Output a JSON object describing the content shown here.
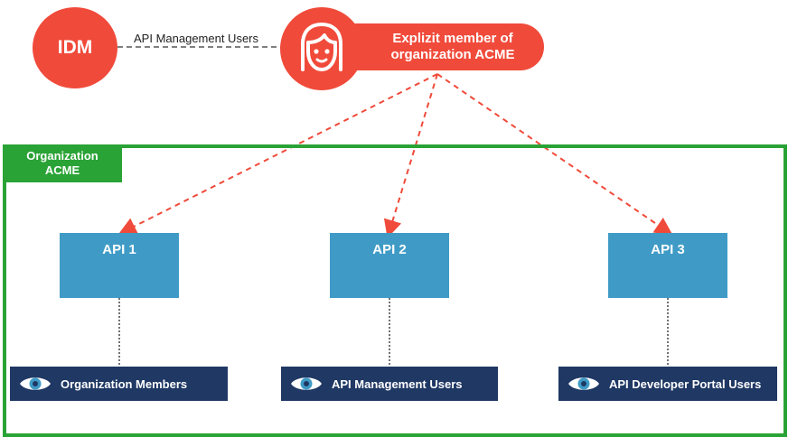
{
  "idm": {
    "label": "IDM"
  },
  "edge": {
    "label": "API Management Users"
  },
  "member": {
    "label": "Explizit member of organization ACME",
    "icon": "user-avatar-icon"
  },
  "organization": {
    "label": "Organization\nACME"
  },
  "apis": [
    {
      "label": "API 1"
    },
    {
      "label": "API 2"
    },
    {
      "label": "API 3"
    }
  ],
  "groups": [
    {
      "label": "Organization Members",
      "icon": "eye-icon"
    },
    {
      "label": "API Management Users",
      "icon": "eye-icon"
    },
    {
      "label": "API Developer Portal Users",
      "icon": "eye-icon"
    }
  ],
  "colors": {
    "red": "#f04a3a",
    "green": "#2aa336",
    "api_blue": "#3f9bc6",
    "group_navy": "#1f3864"
  }
}
